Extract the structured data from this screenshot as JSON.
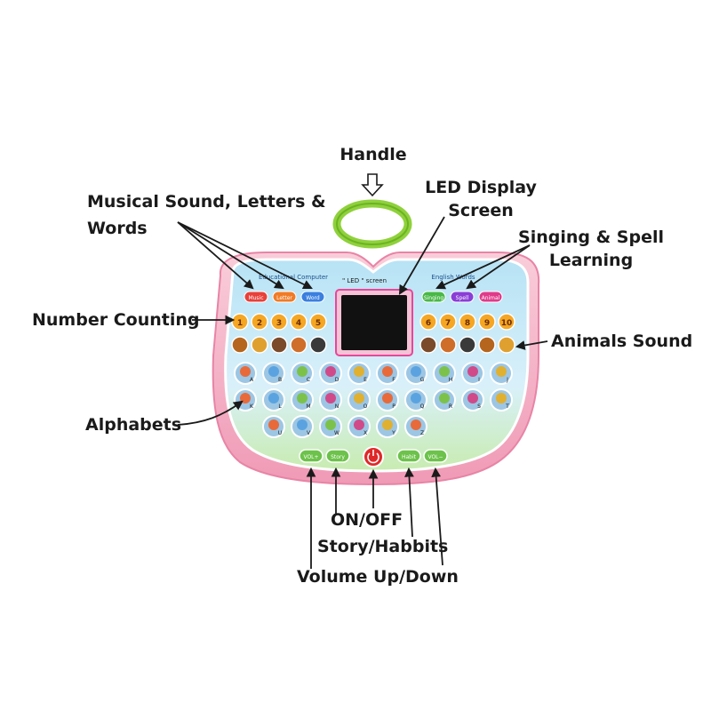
{
  "callouts": {
    "handle": "Handle",
    "led_line1": "LED Display",
    "led_line2": "Screen",
    "musical_line1": "Musical Sound, Letters &",
    "musical_line2": "Words",
    "singing_line1": "Singing & Spell",
    "singing_line2": "Learning",
    "number_counting": "Number Counting",
    "animals_sound": "Animals Sound",
    "alphabets": "Alphabets",
    "on_off": "ON/OFF",
    "story_habbits": "Story/Habbits",
    "volume": "Volume Up/Down"
  },
  "device": {
    "panel_left_title": "Educational Computer",
    "panel_right_title": "English Words",
    "screen_caption": "\" LED \" screen",
    "mode_buttons_left": [
      "Music",
      "Letter",
      "Word"
    ],
    "mode_buttons_right": [
      "Singing",
      "Spell",
      "Animal"
    ],
    "numbers_left": [
      "1",
      "2",
      "3",
      "4",
      "5"
    ],
    "numbers_right": [
      "6",
      "7",
      "8",
      "9",
      "10"
    ],
    "bottom_buttons": [
      "VOL+",
      "Story",
      "Habit",
      "VOL−"
    ],
    "alphabet_row1": [
      "A",
      "B",
      "C",
      "D",
      "E",
      "F",
      "G",
      "H",
      "I",
      "J"
    ],
    "alphabet_row2": [
      "K",
      "L",
      "M",
      "N",
      "O",
      "P",
      "Q",
      "R",
      "S",
      "T"
    ],
    "alphabet_row3": [
      "U",
      "V",
      "W",
      "X",
      "Y",
      "Z"
    ],
    "colors": {
      "body_pink": "#f4b8cc",
      "panel_blue": "#a8d8ef",
      "handle_green": "#8fd13c",
      "screen_pink": "#e8469a",
      "key_blue": "#9cc6e4",
      "number_orange": "#f5a623",
      "button_green": "#6cc24a",
      "power_red": "#e02828"
    }
  }
}
